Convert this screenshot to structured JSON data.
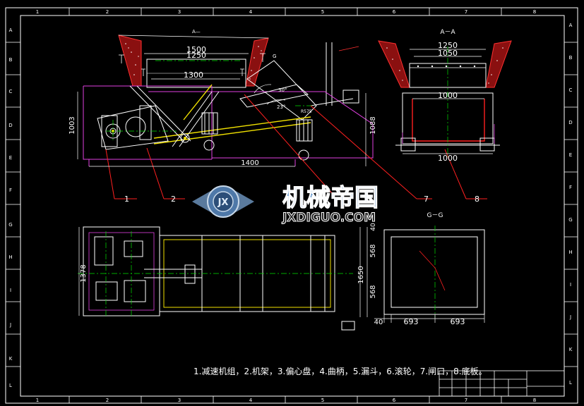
{
  "colors": {
    "background": "#000000",
    "frame": "#ffffff",
    "dimension": "#ffffff",
    "centerline": "#00e000",
    "magenta": "#e040e0",
    "yellow": "#f0e000",
    "red": "#ff2020",
    "cyan": "#00e0e0",
    "watermark_blue": "#5a8ec8"
  },
  "border": {
    "top_columns": [
      "1",
      "2",
      "3",
      "4",
      "5",
      "6",
      "7",
      "8"
    ],
    "bottom_columns": [
      "1",
      "2",
      "3",
      "4",
      "5",
      "6",
      "7",
      "8"
    ],
    "left_rows": [
      "A",
      "B",
      "C",
      "D",
      "E",
      "F",
      "G",
      "H",
      "I",
      "J",
      "K",
      "L"
    ],
    "right_rows": [
      "A",
      "B",
      "C",
      "D",
      "E",
      "F",
      "G",
      "H",
      "I",
      "J",
      "K",
      "L"
    ]
  },
  "section_labels": {
    "section_a": "A—",
    "section_aa": "A－A",
    "section_gg": "G－G",
    "marker_g": "G"
  },
  "dimensions": {
    "top_1500": "1500",
    "top_1250": "1250",
    "top_1300": "1300",
    "left_1003": "1003",
    "right_1088": "1088",
    "bottom_1400": "1400",
    "aa_1250": "1250",
    "aa_1050": "1050",
    "aa_1000_inner": "1000",
    "aa_1000_bottom": "1000",
    "plan_1378": "1378",
    "plan_568a": "568",
    "plan_1650": "1650",
    "plan_568b": "568",
    "plan_40_top": "40",
    "gg_40": "40",
    "gg_693a": "693",
    "gg_693b": "693",
    "angle_30": "30°",
    "angle_23": "23°",
    "r_575": "R575"
  },
  "callouts": [
    "1",
    "2",
    "7",
    "8"
  ],
  "watermark": {
    "logo_text": "JX",
    "cn": "机械帝国",
    "en": "JXDIGUO.COM"
  },
  "legend": "1.减速机组，2.机架，3.偏心盘，4.曲柄，5.漏斗，6.滚轮，7.闸口，8.底板。"
}
